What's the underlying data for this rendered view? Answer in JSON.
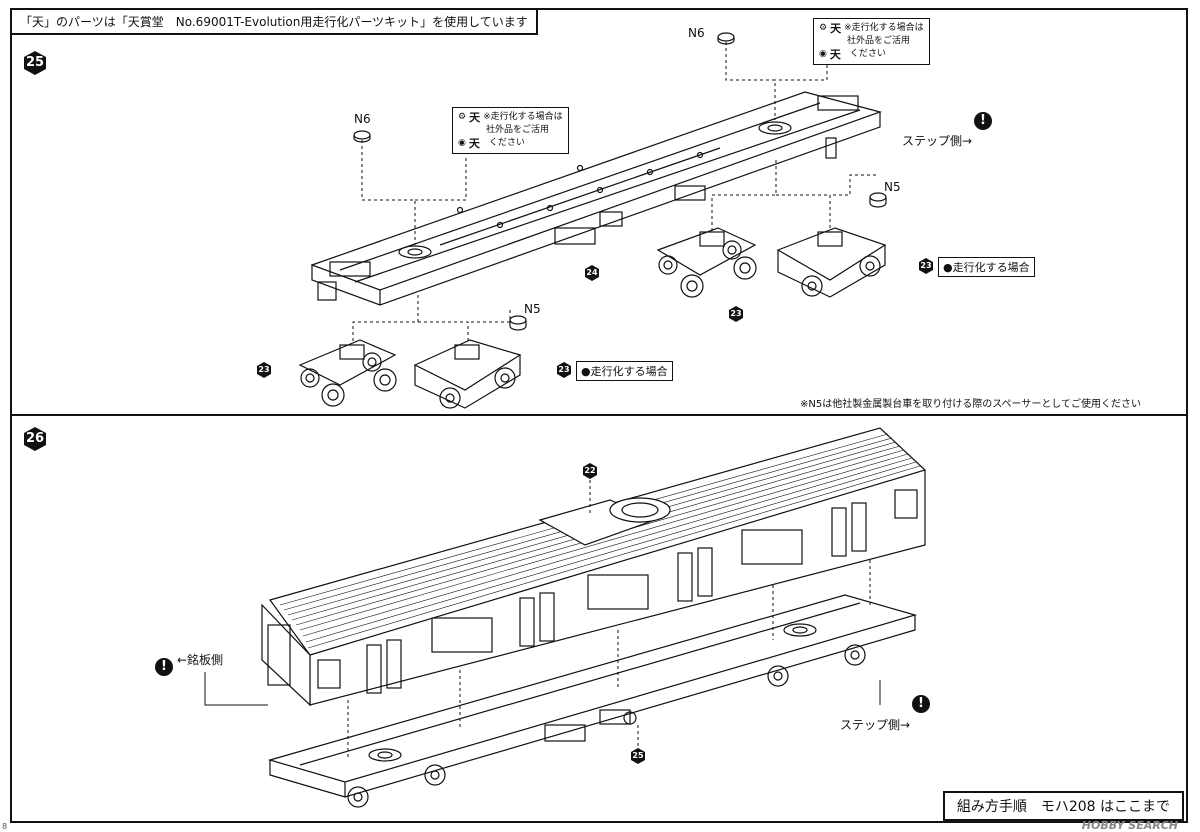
{
  "header": {
    "note": "「天」のパーツは「天賞堂　No.69001T-Evolution用走行化パーツキット」を使用しています"
  },
  "steps": {
    "upper": "25",
    "lower": "26"
  },
  "parts": {
    "n6": "N6",
    "n5": "N5",
    "bogie": "23",
    "frame": "24",
    "roof": "22",
    "underfloor": "25"
  },
  "callout": {
    "ten": "天",
    "line1": "※走行化する場合は",
    "line2": "社外品をご活用",
    "line3": "ください"
  },
  "tags": {
    "motorized": "●走行化する場合"
  },
  "labels": {
    "step_side": "ステップ側→",
    "plate_side": "←銘板側",
    "warn": "!"
  },
  "footnote": "※N5は他社製金属製台車を取り付ける際のスペーサーとしてご使用ください",
  "footer": {
    "title": "組み方手順　モハ208 はここまで"
  },
  "watermark": "HOBBY SEARCH",
  "page_mark": "8"
}
